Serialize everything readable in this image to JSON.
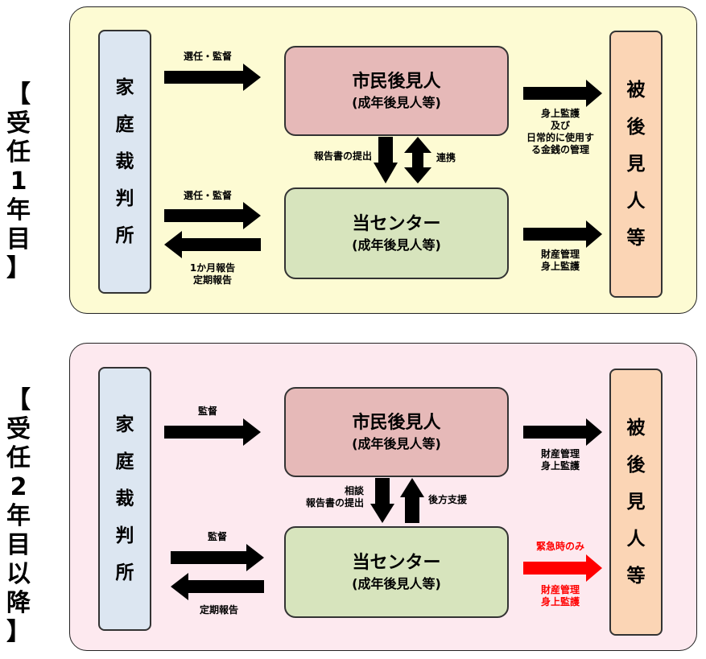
{
  "section1": {
    "label_chars": [
      "【",
      "受",
      "任",
      "1",
      "年",
      "目",
      "】"
    ],
    "court_chars": [
      "家",
      "庭",
      "裁",
      "判",
      "所"
    ],
    "ward_chars": [
      "被",
      "後",
      "見",
      "人",
      "等"
    ],
    "citizen": {
      "title": "市民後見人",
      "subtitle": "(成年後見人等)"
    },
    "center": {
      "title": "当センター",
      "subtitle": "(成年後見人等)"
    },
    "court_to_citizen": "選任・監督",
    "court_to_center": "選任・監督",
    "center_to_court_lines": [
      "1か月報告",
      "定期報告"
    ],
    "citizen_to_ward_lines": [
      "身上監護",
      "及び",
      "日常的に使用す",
      "る金銭の管理"
    ],
    "center_to_ward_lines": [
      "財産管理",
      "身上監護"
    ],
    "report": "報告書の提出",
    "link": "連携"
  },
  "section2": {
    "label_chars": [
      "【",
      "受",
      "任",
      "2",
      "年",
      "目",
      "以",
      "降",
      "】"
    ],
    "court_chars": [
      "家",
      "庭",
      "裁",
      "判",
      "所"
    ],
    "ward_chars": [
      "被",
      "後",
      "見",
      "人",
      "等"
    ],
    "citizen": {
      "title": "市民後見人",
      "subtitle": "(成年後見人等)"
    },
    "center": {
      "title": "当センター",
      "subtitle": "(成年後見人等)"
    },
    "court_to_citizen": "監督",
    "court_to_center": "監督",
    "center_to_court": "定期報告",
    "citizen_to_ward_lines": [
      "財産管理",
      "身上監護"
    ],
    "emergency": "緊急時のみ",
    "center_to_ward_lines": [
      "財産管理",
      "身上監護"
    ],
    "consult_lines": [
      "相談",
      "報告書の提出"
    ],
    "support": "後方支援"
  },
  "colors": {
    "panel1": "#fdfbd3",
    "panel2": "#fde9ef",
    "court": "#dce6f1",
    "ward": "#fbd5b5",
    "citizen": "#e6b9b8",
    "center": "#d7e4bd",
    "arrow": "#000000",
    "emergency": "#ff0000"
  }
}
